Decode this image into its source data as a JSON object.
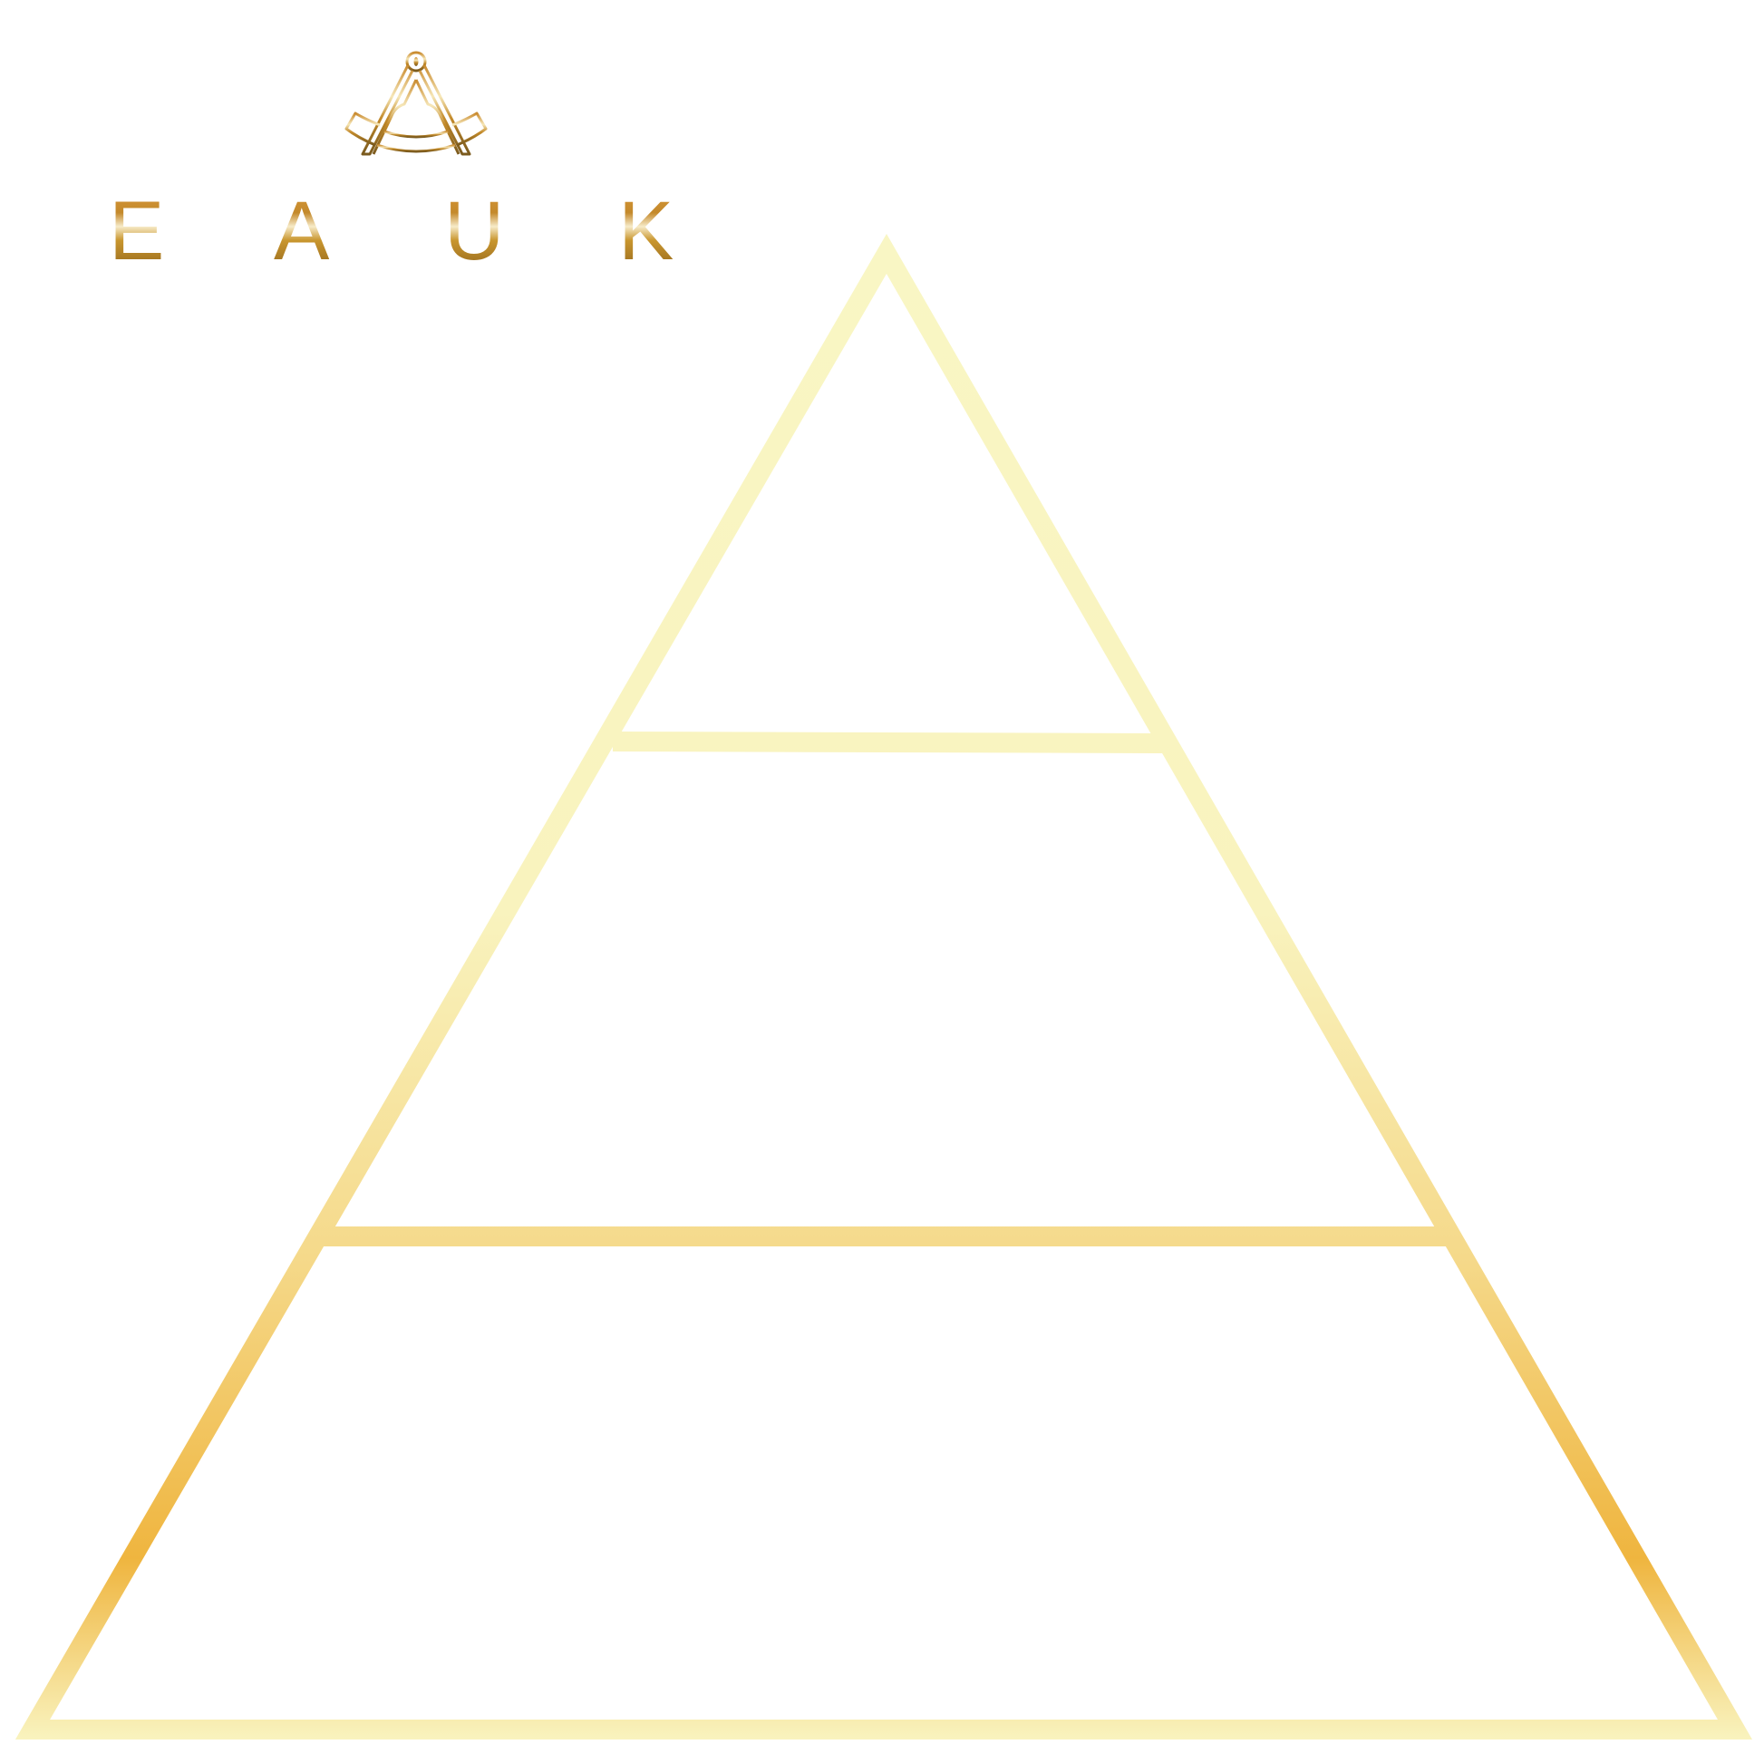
{
  "logo": {
    "letters": [
      "E",
      "A",
      "U",
      "K"
    ],
    "icon": "compass-arc-icon"
  },
  "colors": {
    "gold_dark": "#7A5A1E",
    "gold_mid": "#D4952F",
    "gold_light": "#F7EBC8",
    "pyramid_pale": "#F9F6C4",
    "pyramid_mid": "#F5D98A",
    "pyramid_deep": "#EFB53F"
  },
  "diagram": {
    "type": "pyramid-outline",
    "levels": 3
  }
}
